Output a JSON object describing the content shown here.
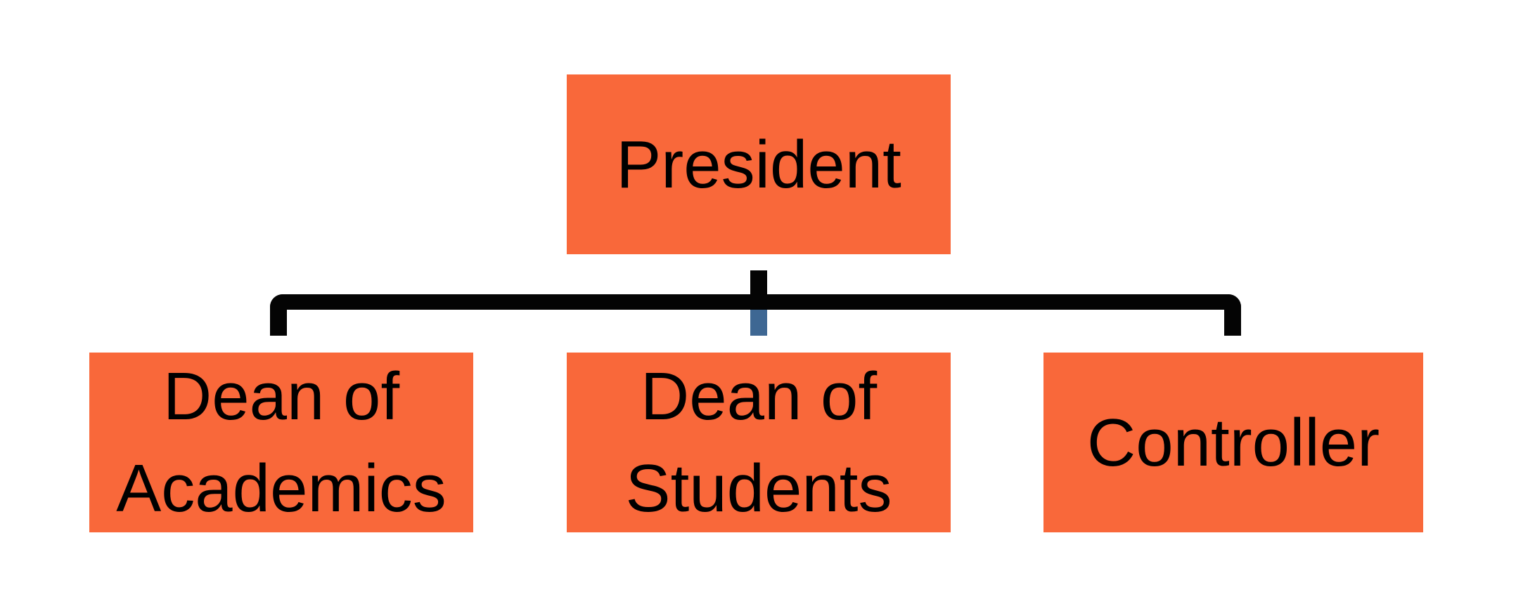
{
  "diagram": {
    "type": "org-chart",
    "nodes": {
      "president": {
        "label": "President"
      },
      "dean_academics": {
        "label": "Dean of Academics",
        "line1": "Dean of",
        "line2": "Academics"
      },
      "dean_students": {
        "label": "Dean of Students",
        "line1": "Dean of",
        "line2": "Students"
      },
      "controller": {
        "label": "Controller"
      }
    },
    "edges": [
      {
        "from": "president",
        "to": "dean_academics"
      },
      {
        "from": "president",
        "to": "dean_students"
      },
      {
        "from": "president",
        "to": "controller"
      }
    ]
  },
  "colors": {
    "background": "#FFFFFF",
    "node_fill": "#F9683A",
    "node_text": "#000000",
    "connector_black": "#040404",
    "connector_blue": "#3E6793"
  }
}
